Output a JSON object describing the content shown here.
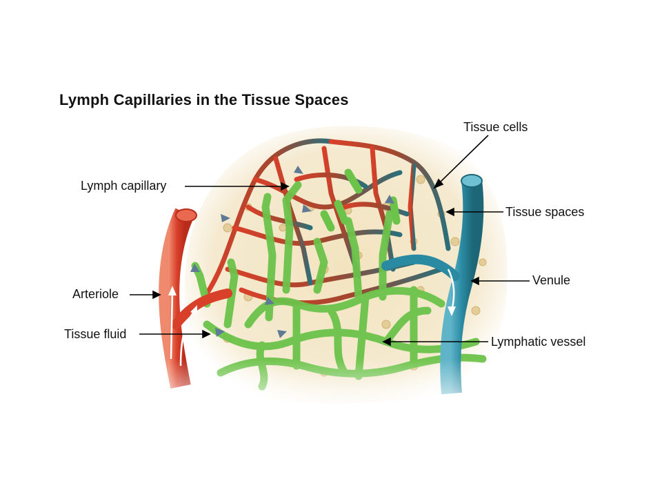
{
  "diagram": {
    "title": "Lymph Capillaries in the Tissue Spaces",
    "labels": {
      "tissue_cells": "Tissue cells",
      "lymph_capillary": "Lymph capillary",
      "tissue_spaces": "Tissue spaces",
      "arteriole": "Arteriole",
      "venule": "Venule",
      "tissue_fluid": "Tissue fluid",
      "lymphatic_vessel": "Lymphatic vessel"
    }
  },
  "colors": {
    "arteriole": "#d9402a",
    "venule": "#2a8aa2",
    "lymph": "#6cc34a",
    "tissue": "#f3e6c4"
  }
}
